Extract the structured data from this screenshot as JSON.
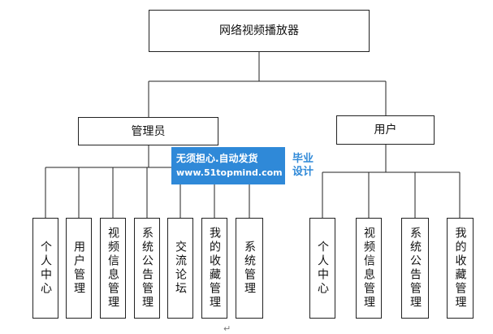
{
  "root": {
    "label": "网络视频播放器"
  },
  "branches": [
    {
      "label": "管理员",
      "children": [
        "个人中心",
        "用户管理",
        "视频信息管理",
        "系统公告管理",
        "交流论坛",
        "我的收藏管理",
        "系统管理"
      ]
    },
    {
      "label": "用户",
      "children": [
        "个人中心",
        "视频信息管理",
        "系统公告管理",
        "我的收藏管理"
      ]
    }
  ],
  "watermark": {
    "line1": "无须担心.自动发货",
    "line2": "www.51topmind.com",
    "badge_line1": "毕业",
    "badge_line2": "设计"
  },
  "paragraph_mark": "↵"
}
